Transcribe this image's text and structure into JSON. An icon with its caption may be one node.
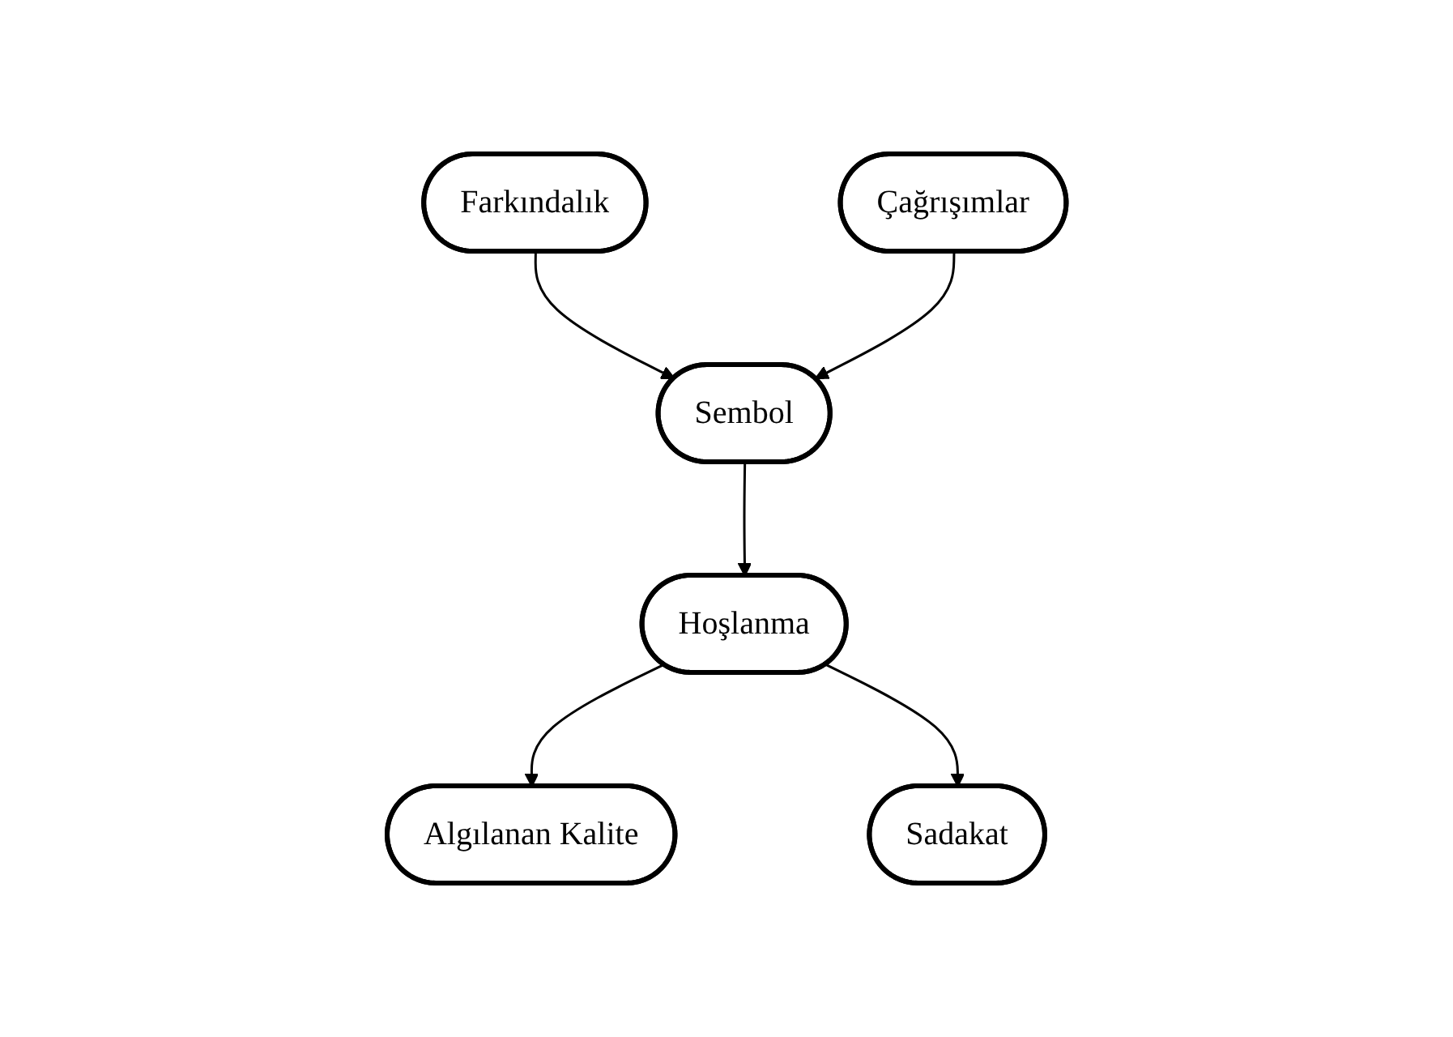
{
  "diagram": {
    "nodes": [
      {
        "text": [
          "Farkındalık"
        ]
      },
      {
        "text": [
          "Çağrışımlar"
        ]
      },
      {
        "text": [
          "Sembol"
        ]
      },
      {
        "text": [
          "Hoşlanma"
        ]
      },
      {
        "text": [
          "Algılanan Kalite"
        ]
      },
      {
        "text": [
          "Sadakat"
        ]
      }
    ],
    "edges": [
      {
        "from": 0,
        "to": 2,
        "arrow": "to"
      },
      {
        "from": 1,
        "to": 2,
        "arrow": "to"
      },
      {
        "from": 2,
        "to": 3,
        "arrow": "to"
      },
      {
        "from": 3,
        "to": 4,
        "arrow": "to"
      },
      {
        "from": 3,
        "to": 5,
        "arrow": "to"
      }
    ]
  }
}
